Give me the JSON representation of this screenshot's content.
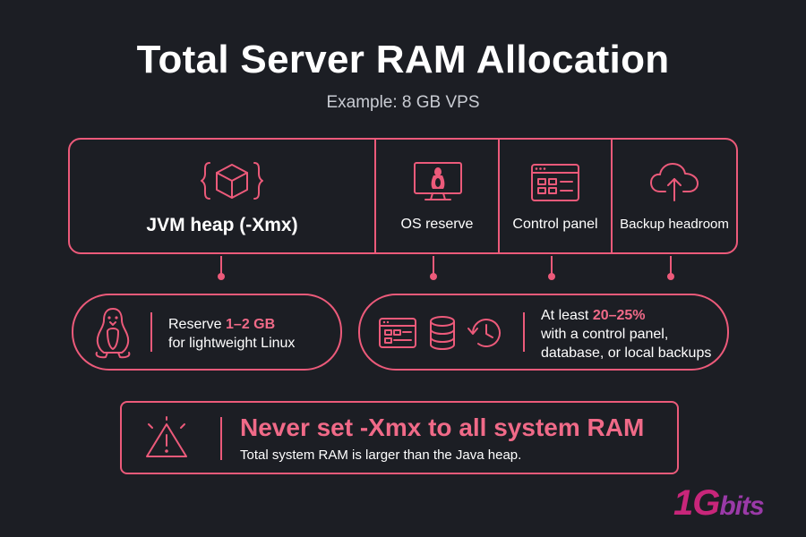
{
  "header": {
    "title": "Total Server RAM Allocation",
    "subtitle": "Example: 8 GB VPS"
  },
  "allocation_bar": {
    "segments": [
      {
        "label": "JVM heap (-Xmx)",
        "icon": "code-cube-icon"
      },
      {
        "label": "OS reserve",
        "icon": "linux-monitor-icon"
      },
      {
        "label": "Control panel",
        "icon": "control-panel-window-icon"
      },
      {
        "label": "Backup headroom",
        "icon": "cloud-upload-icon"
      }
    ]
  },
  "os_reserve_note": {
    "icon": "linux-penguin-icon",
    "line1_prefix": "Reserve ",
    "line1_highlight": "1–2 GB",
    "line2": "for lightweight Linux"
  },
  "overhead_note": {
    "icons": [
      "control-panel-window-icon",
      "database-icon",
      "backup-restore-icon"
    ],
    "line1_prefix": "At least ",
    "line1_highlight": "20–25%",
    "line2": "with a control panel,",
    "line3": "database, or local backups"
  },
  "warning": {
    "icon": "warning-triangle-icon",
    "title": "Never set -Xmx to all system RAM",
    "subtitle": "Total system RAM is larger than the Java heap."
  },
  "logo": {
    "number": "1G",
    "text": "bits"
  },
  "colors": {
    "background": "#1c1e24",
    "accent": "#ec5a7a",
    "accent_text": "#f06a88",
    "text": "#ffffff",
    "muted_text": "#c9ccd3"
  }
}
